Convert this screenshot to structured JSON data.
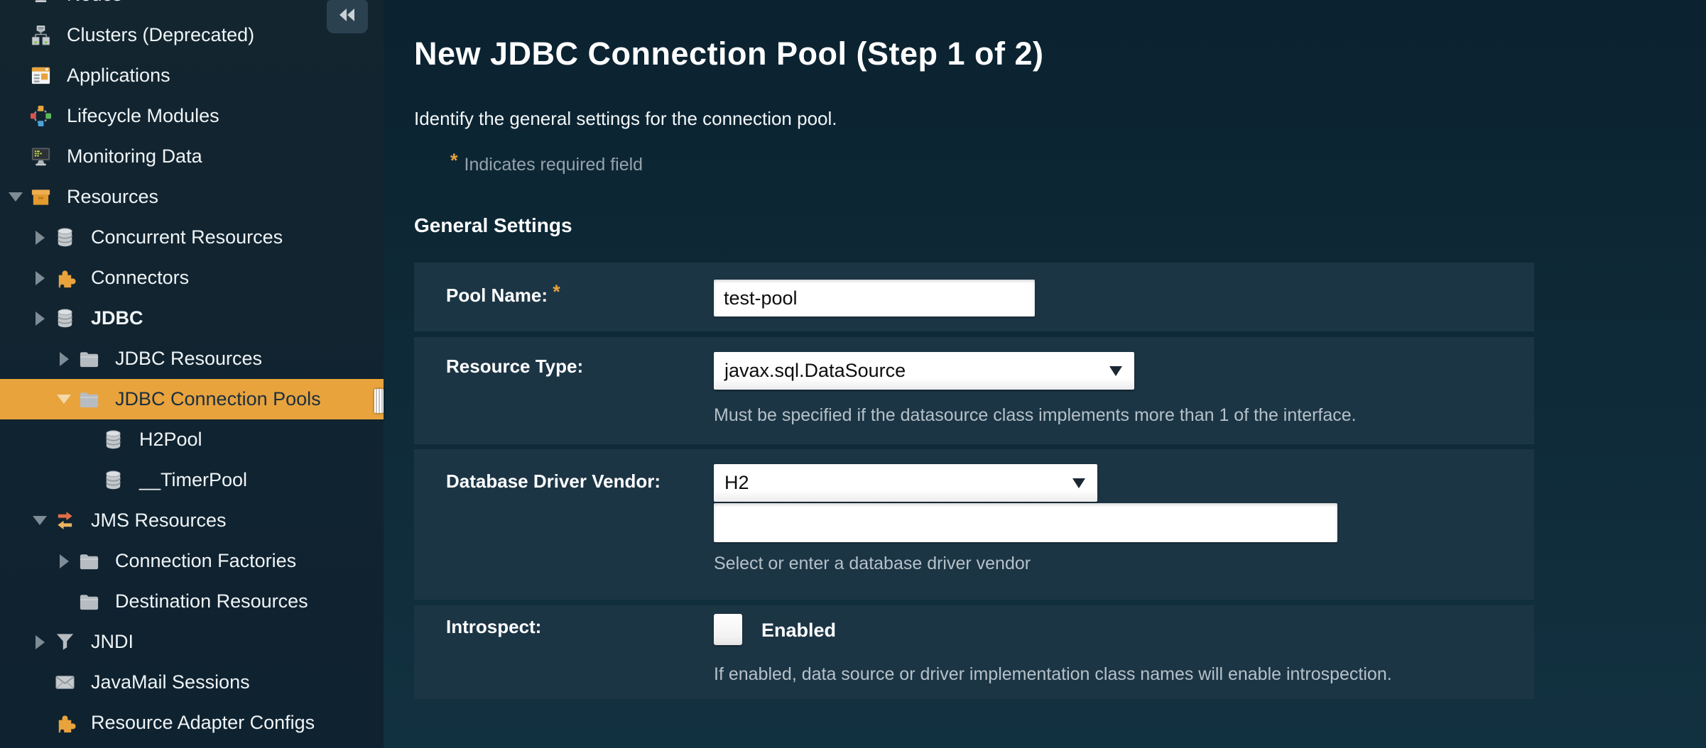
{
  "colors": {
    "accent_orange": "#E8A33D",
    "selected_item_bg": "#E8A33D",
    "selected_item_text": "#1B2F3E",
    "row_bg": "#1C3545",
    "sidebar_bg": "#102330",
    "main_bg": "#0E2937",
    "helper_text": "#B5C1C8",
    "white_text": "#FFFFFF"
  },
  "sidebar": {
    "collapse_icon": "collapse-double-left-arrow-icon",
    "resize_handle_icon": "grip-handle-icon",
    "items": [
      {
        "label": "Nodes",
        "icon": "nodes-icon",
        "level": 1,
        "expander": "none"
      },
      {
        "label": "Clusters (Deprecated)",
        "icon": "clusters-icon",
        "level": 1,
        "expander": "none"
      },
      {
        "label": "Applications",
        "icon": "applications-icon",
        "level": 1,
        "expander": "none"
      },
      {
        "label": "Lifecycle Modules",
        "icon": "lifecycle-icon",
        "level": 1,
        "expander": "none"
      },
      {
        "label": "Monitoring Data",
        "icon": "monitoring-icon",
        "level": 1,
        "expander": "none"
      },
      {
        "label": "Resources",
        "icon": "resources-box-icon",
        "level": 1,
        "expander": "down"
      },
      {
        "label": "Concurrent Resources",
        "icon": "database-icon",
        "level": 2,
        "expander": "right"
      },
      {
        "label": "Connectors",
        "icon": "connector-puzzle-icon",
        "level": 2,
        "expander": "right"
      },
      {
        "label": "JDBC",
        "icon": "database-icon",
        "level": 2,
        "expander": "right",
        "bold": true
      },
      {
        "label": "JDBC Resources",
        "icon": "folder-icon",
        "level": 3,
        "expander": "right"
      },
      {
        "label": "JDBC Connection Pools",
        "icon": "folder-icon",
        "level": 3,
        "expander": "down",
        "selected": true
      },
      {
        "label": "H2Pool",
        "icon": "database-icon",
        "level": 4,
        "expander": "none"
      },
      {
        "label": "__TimerPool",
        "icon": "database-icon",
        "level": 4,
        "expander": "none"
      },
      {
        "label": "JMS Resources",
        "icon": "jms-arrows-icon",
        "level": 2,
        "expander": "down"
      },
      {
        "label": "Connection Factories",
        "icon": "folder-icon",
        "level": 3,
        "expander": "right"
      },
      {
        "label": "Destination Resources",
        "icon": "folder-icon",
        "level": 3,
        "expander": "none"
      },
      {
        "label": "JNDI",
        "icon": "filter-funnel-icon",
        "level": 2,
        "expander": "right"
      },
      {
        "label": "JavaMail Sessions",
        "icon": "mail-envelope-icon",
        "level": 2,
        "expander": "none"
      },
      {
        "label": "Resource Adapter Configs",
        "icon": "connector-puzzle-icon",
        "level": 2,
        "expander": "none"
      }
    ]
  },
  "main": {
    "title": "New JDBC Connection Pool (Step 1 of 2)",
    "intro": "Identify the general settings for the connection pool.",
    "required_marker": "*",
    "required_note": "Indicates required field",
    "section_heading": "General Settings"
  },
  "form": {
    "pool_name": {
      "label": "Pool Name:",
      "required": true,
      "value": "test-pool"
    },
    "resource_type": {
      "label": "Resource Type:",
      "value": "javax.sql.DataSource",
      "helper": "Must be specified if the datasource class implements more than 1 of the interface."
    },
    "driver_vendor": {
      "label": "Database Driver Vendor:",
      "value": "H2",
      "input_value": "",
      "helper": "Select or enter a database driver vendor"
    },
    "introspect": {
      "label": "Introspect:",
      "checked": false,
      "checkbox_label": "Enabled",
      "helper": "If enabled, data source or driver implementation class names will enable introspection."
    }
  }
}
